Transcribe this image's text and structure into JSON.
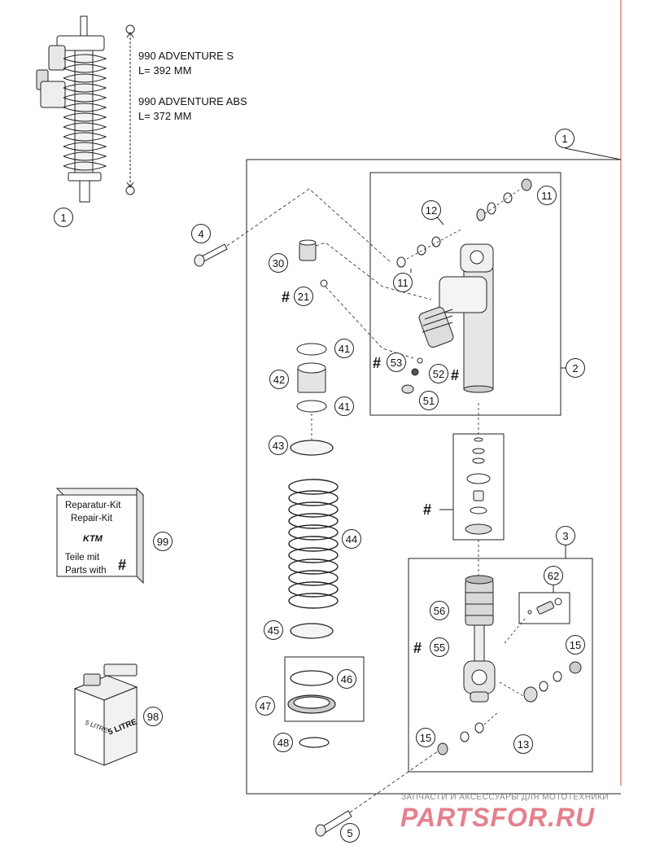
{
  "specs": {
    "model_s": "990 ADVENTURE S",
    "length_s": "L= 392 MM",
    "model_abs": "990 ADVENTURE ABS",
    "length_abs": "L= 372 MM"
  },
  "callouts": {
    "c1_top": "1",
    "c1_left": "1",
    "c2": "2",
    "c3": "3",
    "c4": "4",
    "c5": "5",
    "c11a": "11",
    "c11b": "11",
    "c12": "12",
    "c13": "13",
    "c15a": "15",
    "c15b": "15",
    "c21": "21",
    "c30": "30",
    "c41a": "41",
    "c41b": "41",
    "c42": "42",
    "c43": "43",
    "c44": "44",
    "c45": "45",
    "c46": "46",
    "c47": "47",
    "c48": "48",
    "c51": "51",
    "c52": "52",
    "c53": "53",
    "c55": "55",
    "c56": "56",
    "c62": "62",
    "c98": "98",
    "c99": "99"
  },
  "hash": "#",
  "repair_kit": {
    "line1": "Reparatur-Kit",
    "line2": "Repair-Kit",
    "logo": "KTM",
    "line3": "Teile mit",
    "line4": "Parts with",
    "symbol": "#"
  },
  "oil_can": {
    "label": "5 LITRE"
  },
  "watermark": {
    "caption": "ЗАПЧАСТИ И АКСЕССУАРЫ ДЛЯ МОТОТЕХНИКИ",
    "brand": "PARTSFOR.RU"
  },
  "colors": {
    "line": "#222222",
    "watermark": "#e06a78",
    "edge": "#e8413c"
  }
}
